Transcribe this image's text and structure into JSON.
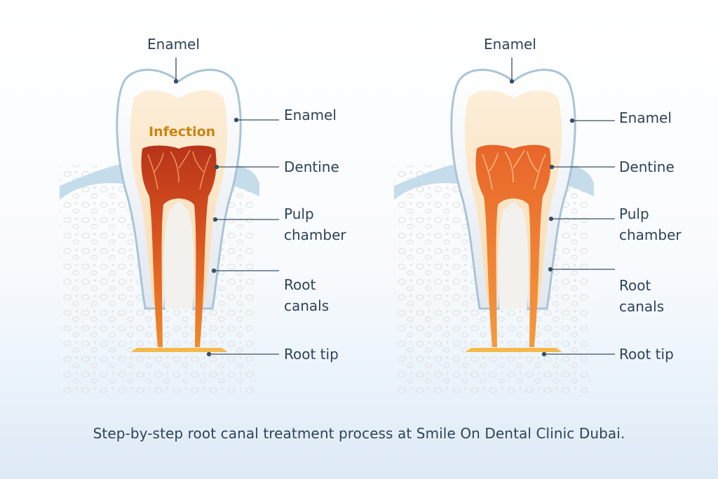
{
  "caption": "Step-by-step root canal treatment process at Smile On Dental Clinic Dubai.",
  "left_tooth": {
    "infection_label": "Infection",
    "labels": {
      "enamel_top": "Enamel",
      "enamel": "Enamel",
      "dentine": "Dentine",
      "pulp_chamber": "Pulp\nchamber",
      "root_canals": "Root\ncanals",
      "root_tip": "Root tip"
    }
  },
  "right_tooth": {
    "labels": {
      "enamel_top": "Enamel",
      "enamel": "Enamel",
      "dentine": "Dentine",
      "pulp_chamber": "Pulp\nchamber",
      "root_canals": "Root\ncanals",
      "root_tip": "Root tip"
    }
  },
  "colors": {
    "label_text": "#2e4257",
    "infection_text": "#c98512",
    "enamel": "#eef1f5",
    "dentine": "#fbe4c3",
    "pulp": "#f07f2b",
    "infected_pulp": "#b8341a",
    "gum": "#c5dcea",
    "bone": "#eeebe6"
  }
}
